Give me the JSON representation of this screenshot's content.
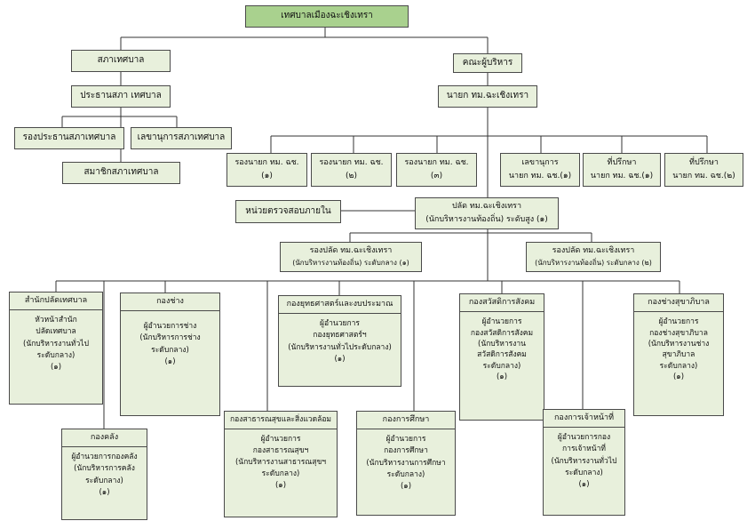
{
  "root": "เทศบาลเมืองฉะเชิงเทรา",
  "council": {
    "name": "สภาเทศบาล",
    "chair": "ประธานสภา เทศบาล",
    "vice_chair": "รองประธานสภาเทศบาล",
    "secretary": "เลขานุการสภาเทศบาล",
    "members": "สมาชิกสภาเทศบาล"
  },
  "executive": {
    "name": "คณะผู้บริหาร",
    "mayor": "นายก ทม.ฉะเชิงเทรา",
    "deputies": [
      {
        "line1": "รองนายก ทม. ฉช.",
        "line2": "(๑)"
      },
      {
        "line1": "รองนายก ทม. ฉช.",
        "line2": "(๒)"
      },
      {
        "line1": "รองนายก ทม. ฉช.",
        "line2": "(๓)"
      }
    ],
    "secretary": {
      "line1": "เลขานุการ",
      "line2": "นายก ทม. ฉช.(๑)"
    },
    "advisors": [
      {
        "line1": "ที่ปรึกษา",
        "line2": "นายก ทม. ฉช.(๑)"
      },
      {
        "line1": "ที่ปรึกษา",
        "line2": "นายก ทม. ฉช.(๒)"
      }
    ]
  },
  "audit": "หน่วยตรวจสอบภายใน",
  "clerk": {
    "line1": "ปลัด ทม.ฉะเชิงเทรา",
    "line2": "(นักบริหารงานท้องถิ่น) ระดับสูง (๑)"
  },
  "deputy_clerks": [
    {
      "line1": "รองปลัด ทม.ฉะเชิงเทรา",
      "line2": "(นักบริหารงานท้องถิ่น) ระดับกลาง (๑)"
    },
    {
      "line1": "รองปลัด ทม.ฉะเชิงเทรา",
      "line2": "(นักบริหารงานท้องถิ่น) ระดับกลาง (๒)"
    }
  ],
  "departments": [
    {
      "title": "สำนักปลัดเทศบาล",
      "lines": [
        "หัวหน้าสำนัก",
        "ปลัดเทศบาล",
        "(นักบริหารงานทั่วไป",
        "ระดับกลาง)",
        "(๑)"
      ]
    },
    {
      "title": "กองคลัง",
      "lines": [
        "ผู้อำนวยการกองคลัง",
        "(นักบริหารการคลัง",
        "ระดับกลาง)",
        "(๑)"
      ]
    },
    {
      "title": "กองช่าง",
      "lines": [
        "ผู้อำนวยการช่าง",
        "(นักบริหารการช่าง",
        "ระดับกลาง)",
        "(๑)"
      ]
    },
    {
      "title": "กองสาธารณสุขและสิ่งแวดล้อม",
      "lines": [
        "ผู้อำนวยการ",
        "กองสาธารณสุขฯ",
        "(นักบริหารงานสาธารณสุขฯ",
        "ระดับกลาง)",
        "(๑)"
      ]
    },
    {
      "title": "กองยุทธศาสตร์และงบประมาณ",
      "lines": [
        "ผู้อำนวยการ",
        "กองยุทธศาสตร์ฯ",
        "(นักบริหารงานทั่วไประดับกลาง)",
        "(๑)"
      ]
    },
    {
      "title": "กองการศึกษา",
      "lines": [
        "ผู้อำนวยการ",
        "กองการศึกษา",
        "(นักบริหารงานการศึกษา",
        "ระดับกลาง)",
        "(๑)"
      ]
    },
    {
      "title": "กองสวัสดิการสังคม",
      "lines": [
        "ผู้อำนวยการ",
        "กองสวัสดิการสังคม",
        "(นักบริหารงาน",
        "สวัสดิการสังคม",
        "ระดับกลาง)",
        "(๑)"
      ]
    },
    {
      "title": "กองการเจ้าหน้าที่",
      "lines": [
        "ผู้อำนวยการกอง",
        "การเจ้าหน้าที่",
        "(นักบริหารงานทั่วไป",
        "ระดับกลาง)",
        "(๑)"
      ]
    },
    {
      "title": "กองช่างสุขาภิบาล",
      "lines": [
        "ผู้อำนวยการ",
        "กองช่างสุขาภิบาล",
        "(นักบริหารงานช่าง",
        "สุขาภิบาล",
        "ระดับกลาง)",
        "(๑)"
      ]
    }
  ]
}
